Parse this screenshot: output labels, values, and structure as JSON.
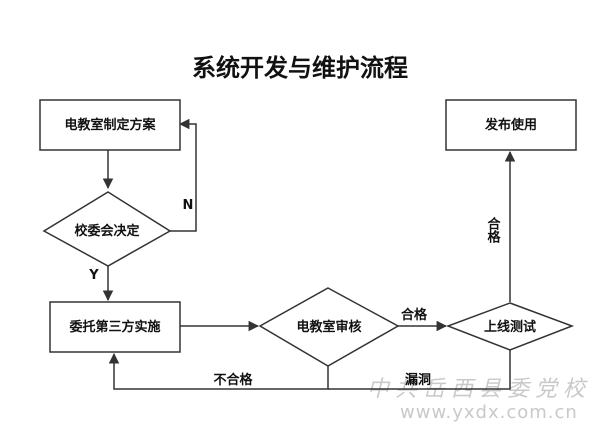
{
  "title": "系统开发与维护流程",
  "nodes": {
    "jiaoshi_plan": "电教室制定方案",
    "xiaowei": "校委会决定",
    "weituo": "委托第三方实施",
    "review": "电教室审核",
    "online_test": "上线测试",
    "publish": "发布使用"
  },
  "edge_labels": {
    "no": "N",
    "yes": "Y",
    "pass_review": "合格",
    "pass_test": "合格",
    "fail": "不合格",
    "bug": "漏洞"
  },
  "watermark": {
    "name": "中共岳西县委党校",
    "url": "www.yxdx.com.cn"
  },
  "colors": {
    "stroke": "#333333",
    "text": "#111111",
    "watermark": "#c9c9c9"
  }
}
